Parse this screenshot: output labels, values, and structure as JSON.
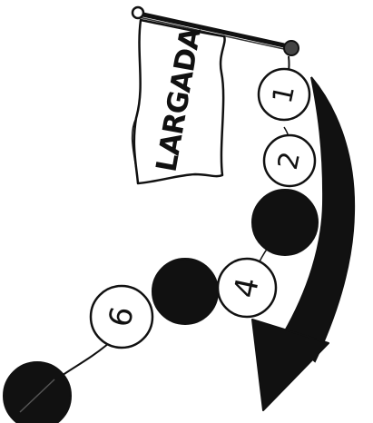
{
  "flag": {
    "label": "LARGADA"
  },
  "track": {
    "spaces": [
      {
        "number": "1",
        "filled": false
      },
      {
        "number": "2",
        "filled": false
      },
      {
        "number": "",
        "filled": true
      },
      {
        "number": "4",
        "filled": false
      },
      {
        "number": "",
        "filled": true
      },
      {
        "number": "6",
        "filled": false
      },
      {
        "number": "",
        "filled": true
      }
    ]
  },
  "colors": {
    "ink": "#111111",
    "paper": "#ffffff"
  },
  "icons": {
    "direction": "curved-arrow-icon",
    "pole": "flag-pole-icon"
  }
}
